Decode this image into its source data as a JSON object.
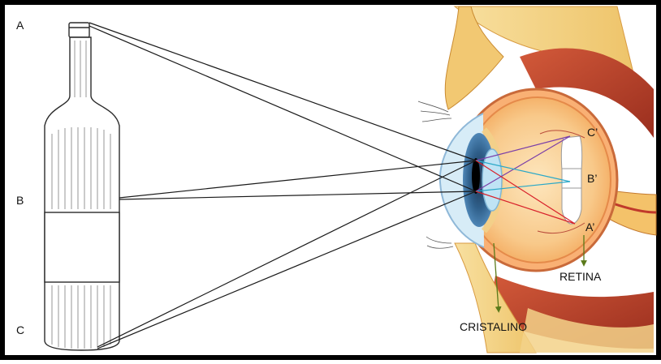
{
  "figure": {
    "object_labels": {
      "a": "A",
      "b": "B",
      "c": "C"
    },
    "image_labels": {
      "c_prime": "C’",
      "b_prime": "B’",
      "a_prime": "A’"
    },
    "callouts": {
      "retina": "RETINA",
      "lens": "CRISTALINO"
    }
  },
  "colors": {
    "frame": "#000000",
    "object_rays": "#1a1a1a",
    "ray_top": "#7b3fa8",
    "ray_middle": "#2aa8c8",
    "ray_bottom": "#d8202a",
    "callout_arrow": "#5a7a1a",
    "eye_sclera": "#f7c48a",
    "muscle": "#b8402a",
    "fat": "#f3d28a"
  }
}
